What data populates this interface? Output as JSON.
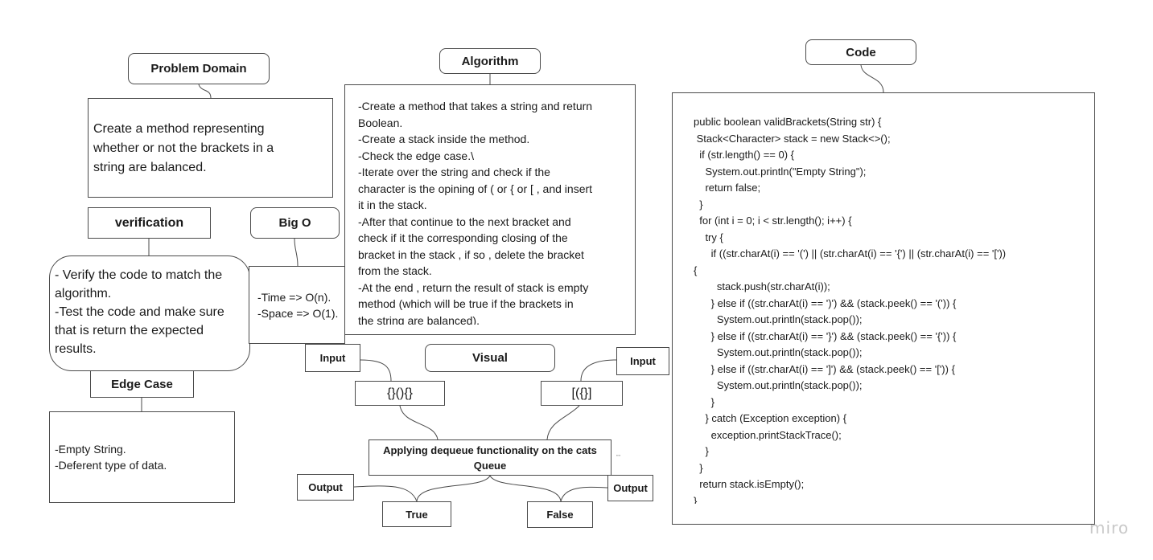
{
  "problem_domain": {
    "title": "Problem Domain",
    "text": "Create a method representing whether or not the brackets in a string are balanced."
  },
  "algorithm": {
    "title": "Algorithm",
    "lines": [
      "-Create a method that takes a string and return",
      "Boolean.",
      "-Create a stack inside the method.",
      "-Check the edge case.\\",
      "-Iterate over the string and check if the",
      "character is the opining of ( or { or [ , and insert",
      "it in the stack.",
      "-After that continue to the next bracket and",
      "check if it the corresponding closing of the",
      "bracket in the stack , if so , delete the bracket",
      "from the stack.",
      "-At the end , return the result of stack is empty",
      "method (which will be true if the brackets in",
      "the string are balanced)."
    ]
  },
  "code": {
    "title": "Code",
    "lines": [
      "public boolean validBrackets(String str) {",
      " Stack<Character> stack = new Stack<>();",
      "  if (str.length() == 0) {",
      "    System.out.println(\"Empty String\");",
      "    return false;",
      "  }",
      "  for (int i = 0; i < str.length(); i++) {",
      "    try {",
      "      if ((str.charAt(i) == '(') || (str.charAt(i) == '{') || (str.charAt(i) == '['))",
      "{",
      "        stack.push(str.charAt(i));",
      "      } else if ((str.charAt(i) == ')') && (stack.peek() == '(')) {",
      "        System.out.println(stack.pop());",
      "      } else if ((str.charAt(i) == '}') && (stack.peek() == '{')) {",
      "        System.out.println(stack.pop());",
      "      } else if ((str.charAt(i) == ']') && (stack.peek() == '[')) {",
      "        System.out.println(stack.pop());",
      "      }",
      "    } catch (Exception exception) {",
      "      exception.printStackTrace();",
      "    }",
      "  }",
      "  return stack.isEmpty();",
      "}"
    ]
  },
  "verification": {
    "title": "verification",
    "text": "- Verify the code to match the algorithm.\n-Test the code and make sure that is return the expected results."
  },
  "big_o": {
    "title": "Big O",
    "lines": [
      "-Time => O(n).",
      "-Space => O(1)."
    ]
  },
  "edge_case": {
    "title": "Edge Case",
    "lines": [
      "-Empty String.",
      "-Deferent type of data."
    ]
  },
  "visual": {
    "title": "Visual",
    "input_left_label": "Input",
    "input_left_value": "{}(){}",
    "input_right_label": "Input",
    "input_right_value": "[({}]",
    "process": "Applying dequeue functionality on the cats Queue",
    "output_left_label": "Output",
    "output_left_value": "True",
    "output_right_label": "Output",
    "output_right_value": "False",
    "stray_mark": "\"\""
  },
  "watermark": "miro",
  "colors": {
    "border": "#4a4a4a",
    "text": "#1a1a1a",
    "watermark": "#c9c9c9"
  }
}
